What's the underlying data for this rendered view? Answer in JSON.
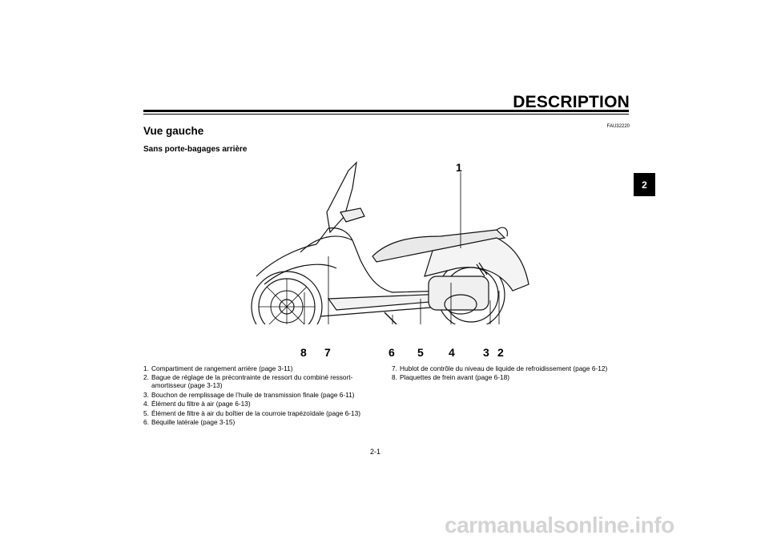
{
  "header": {
    "title": "DESCRIPTION"
  },
  "section": {
    "code": "FAU32220",
    "title": "Vue gauche",
    "subtitle": "Sans porte-bagages arrière"
  },
  "chapter_tab": "2",
  "callouts": {
    "c1": "1",
    "c2": "2",
    "c3": "3",
    "c4": "4",
    "c5": "5",
    "c6": "6",
    "c7": "7",
    "c8": "8"
  },
  "parts_list": [
    {
      "num": "1.",
      "text": "Compartiment de rangement arrière (page 3-11)"
    },
    {
      "num": "2.",
      "text": "Bague de réglage de la précontrainte de ressort du combiné ressort-amortisseur (page 3-13)"
    },
    {
      "num": "3.",
      "text": "Bouchon de remplissage de l’huile de transmission finale (page 6-11)"
    },
    {
      "num": "4.",
      "text": "Élément du filtre à air (page 6-13)"
    },
    {
      "num": "5.",
      "text": "Élément de filtre à air du boîtier de la courroie trapézoïdale (page 6-13)"
    },
    {
      "num": "6.",
      "text": "Béquille latérale (page 3-15)"
    },
    {
      "num": "7.",
      "text": "Hublot de contrôle du niveau de liquide de refroidissement (page 6-12)"
    },
    {
      "num": "8.",
      "text": "Plaquettes de frein avant (page 6-18)"
    }
  ],
  "page_number": "2-1",
  "watermark": "carmanualsonline.info"
}
